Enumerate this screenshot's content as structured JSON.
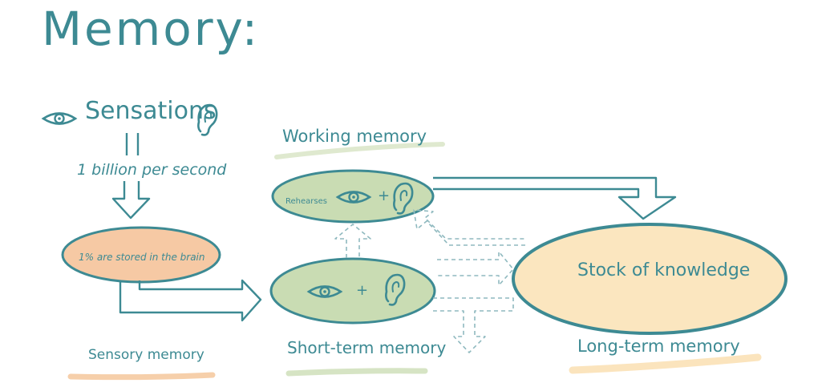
{
  "title": "Memory:",
  "sensations": {
    "label": "Sensations",
    "rate": "1 billion per second"
  },
  "sensory": {
    "oval_text": "1% are stored in the brain",
    "label": "Sensory memory"
  },
  "working": {
    "label": "Working memory",
    "oval_text": "Rehearses",
    "plus": "+"
  },
  "short_term": {
    "label": "Short-term memory",
    "plus": "+"
  },
  "long_term": {
    "oval_text": "Stock of knowledge",
    "label": "Long-term memory"
  },
  "colors": {
    "ink": "#3d8a93",
    "sensory_fill": "#f6c9a4",
    "green_fill": "#c9dcb3",
    "long_fill": "#fbe6bf"
  }
}
